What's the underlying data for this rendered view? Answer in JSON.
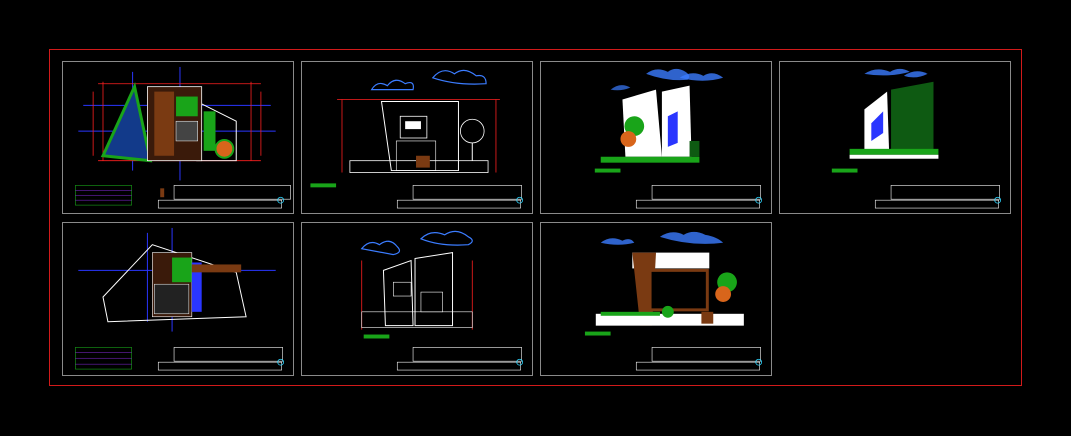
{
  "colors": {
    "background": "#000000",
    "layout_border": "#d21a1a",
    "sheet_border": "#8a8a8a",
    "line_white": "#ffffff",
    "line_red": "#ff2020",
    "line_blue": "#2a36ff",
    "cloud_blue": "#3b7cff",
    "green": "#19a419",
    "dark_green": "#0e5a12",
    "brown": "#7a3a12",
    "cyan": "#2fd6ff"
  },
  "sheets": [
    {
      "id": "sheet-1",
      "kind": "plan",
      "label_text": ""
    },
    {
      "id": "sheet-2",
      "kind": "section",
      "label_text": ""
    },
    {
      "id": "sheet-3",
      "kind": "elevation",
      "label_text": ""
    },
    {
      "id": "sheet-4",
      "kind": "elevation",
      "label_text": ""
    },
    {
      "id": "sheet-5",
      "kind": "plan",
      "label_text": ""
    },
    {
      "id": "sheet-6",
      "kind": "section",
      "label_text": ""
    },
    {
      "id": "sheet-7",
      "kind": "elevation",
      "label_text": ""
    }
  ]
}
